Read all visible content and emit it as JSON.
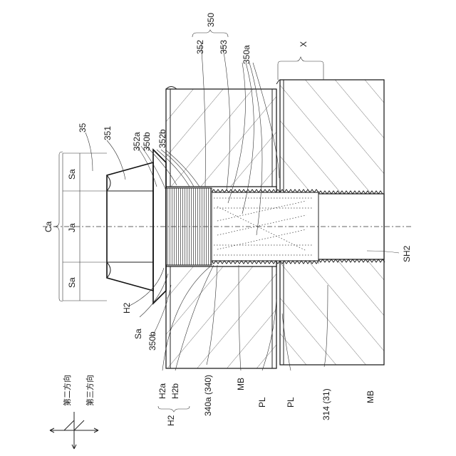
{
  "labels": {
    "l350": "350",
    "l352": "352",
    "l353": "353",
    "l350a_top": "350a",
    "lX": "X",
    "l35": "35",
    "l351": "351",
    "l352a": "352a",
    "l350b_top": "350b",
    "l352b": "352b",
    "lCa": "Ca",
    "lSa_top": "Sa",
    "lJa": "Ja",
    "lSa_bot": "Sa",
    "lSH2": "SH2",
    "lH2_side": "H2",
    "lSa_side": "Sa",
    "l350b_side": "350b",
    "lH2a": "H2a",
    "lH2b": "H2b",
    "lH2": "H2",
    "l340a": "340a (340)",
    "lMB1": "MB",
    "lPL1": "PL",
    "lPL2": "PL",
    "l314": "314 (31)",
    "lMB2": "MB",
    "dir2": "第二方向",
    "dir3": "第三方向"
  }
}
